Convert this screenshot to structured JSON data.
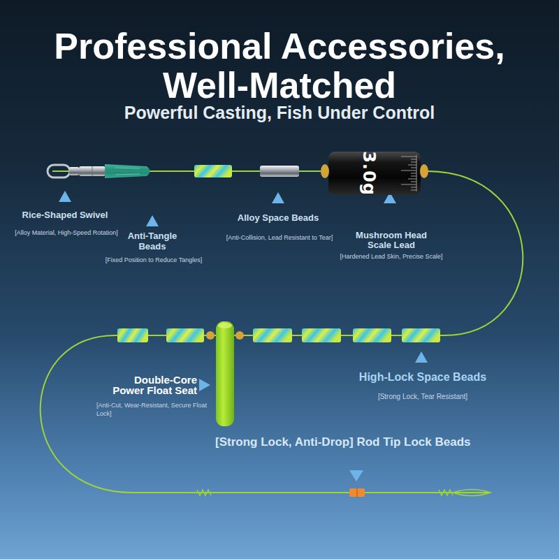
{
  "diagram": {
    "title": "Professional Accessories, Well-Matched",
    "caption": "Powerful Casting, Fish Under Control",
    "nodes": [
      {
        "text": [
          "3.0g"
        ]
      }
    ],
    "labels": [
      "Rice-Shaped Swivel",
      "[Alloy Material, High-Speed Rotation]",
      "Anti-Tangle Beads",
      "[Fixed Position to Reduce Tangles]",
      "Alloy Space Beads",
      "[Anti-Collision, Lead Resistant to Tear]",
      "Mushroom Head Scale Lead",
      "[Hardened Lead Skin, Precise Scale]",
      "Double-Core Power Float Seat",
      "[Anti-Cut, Wear-Resistant, Secure Float Lock]",
      "High-Lock Space Beads",
      "[Strong Lock, Tear Resistant]",
      "[Strong Lock, Anti-Drop] Rod Tip Lock Beads"
    ]
  }
}
